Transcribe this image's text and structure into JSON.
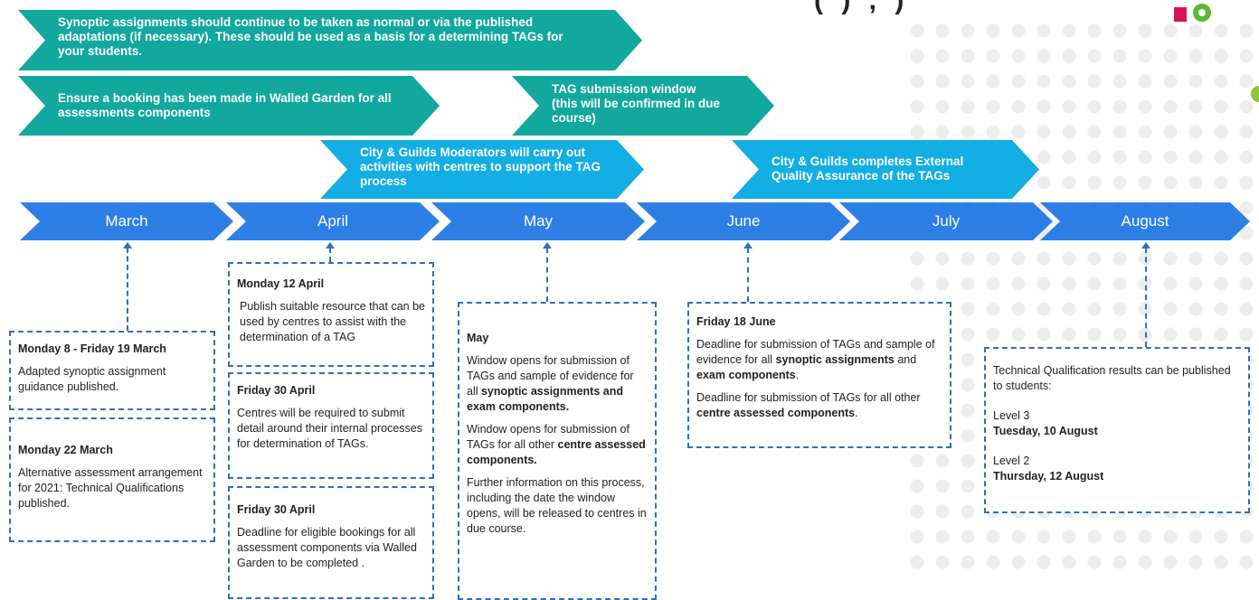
{
  "header_fragment": "(   )   ,   )",
  "colors": {
    "teal": "#12a89d",
    "cyan": "#13aee3",
    "month_blue": "#2d7fe6",
    "dash_blue": "#2e6fbd"
  },
  "banners": {
    "synoptic": "Synoptic assignments should continue to be taken as normal or via the published adaptations (if necessary). These should be used as a basis for a determining TAGs for your students.",
    "booking": "Ensure a booking has been made in Walled Garden for all assessments components",
    "tag_window": "TAG submission window (this will be confirmed in due course)",
    "moderators": "City & Guilds Moderators will carry out activities with centres to support the TAG process",
    "eqa": "City & Guilds completes External Quality Assurance of the TAGs"
  },
  "months": [
    "March",
    "April",
    "May",
    "June",
    "July",
    "August"
  ],
  "boxes": {
    "mar1": {
      "heading": "Monday 8 - Friday 19 March",
      "body": "Adapted synoptic assignment guidance published."
    },
    "mar2": {
      "heading": "Monday 22 March",
      "body": "Alternative assessment arrangement for 2021: Technical Qualifications published."
    },
    "apr1": {
      "heading": "Monday 12 April",
      "body": "Publish suitable resource that can be used by centres to assist with the determination of a TAG"
    },
    "apr2": {
      "heading": "Friday 30 April",
      "body": "Centres will be required to submit detail around their internal processes for determination of TAGs."
    },
    "apr3": {
      "heading": "Friday 30 April",
      "body": "Deadline for eligible bookings for all assessment components via Walled Garden to be completed ."
    },
    "may": {
      "heading": "May",
      "p1_pre": "Window opens for submission of TAGs and sample of evidence for all ",
      "p1_bold": "synoptic assignments and exam components.",
      "p2_pre": "Window opens for submission of TAGs for all other ",
      "p2_bold": "centre assessed components.",
      "p3": "Further information on this process, including the date the window opens, will be released to centres in due course."
    },
    "jun": {
      "heading": "Friday 18 June",
      "p1_pre": "Deadline for submission of TAGs and sample of evidence for all ",
      "p1_bold1": "synoptic assignments",
      "p1_mid": " and ",
      "p1_bold2": "exam components",
      "p1_end": ".",
      "p2_pre": "Deadline for submission of TAGs for all other ",
      "p2_bold": "centre assessed components",
      "p2_end": "."
    },
    "aug": {
      "intro": "Technical Qualification results can be published to students:",
      "l3_label": "Level 3",
      "l3_date": "Tuesday, 10 August",
      "l2_label": "Level 2",
      "l2_date": "Thursday, 12 August"
    }
  }
}
